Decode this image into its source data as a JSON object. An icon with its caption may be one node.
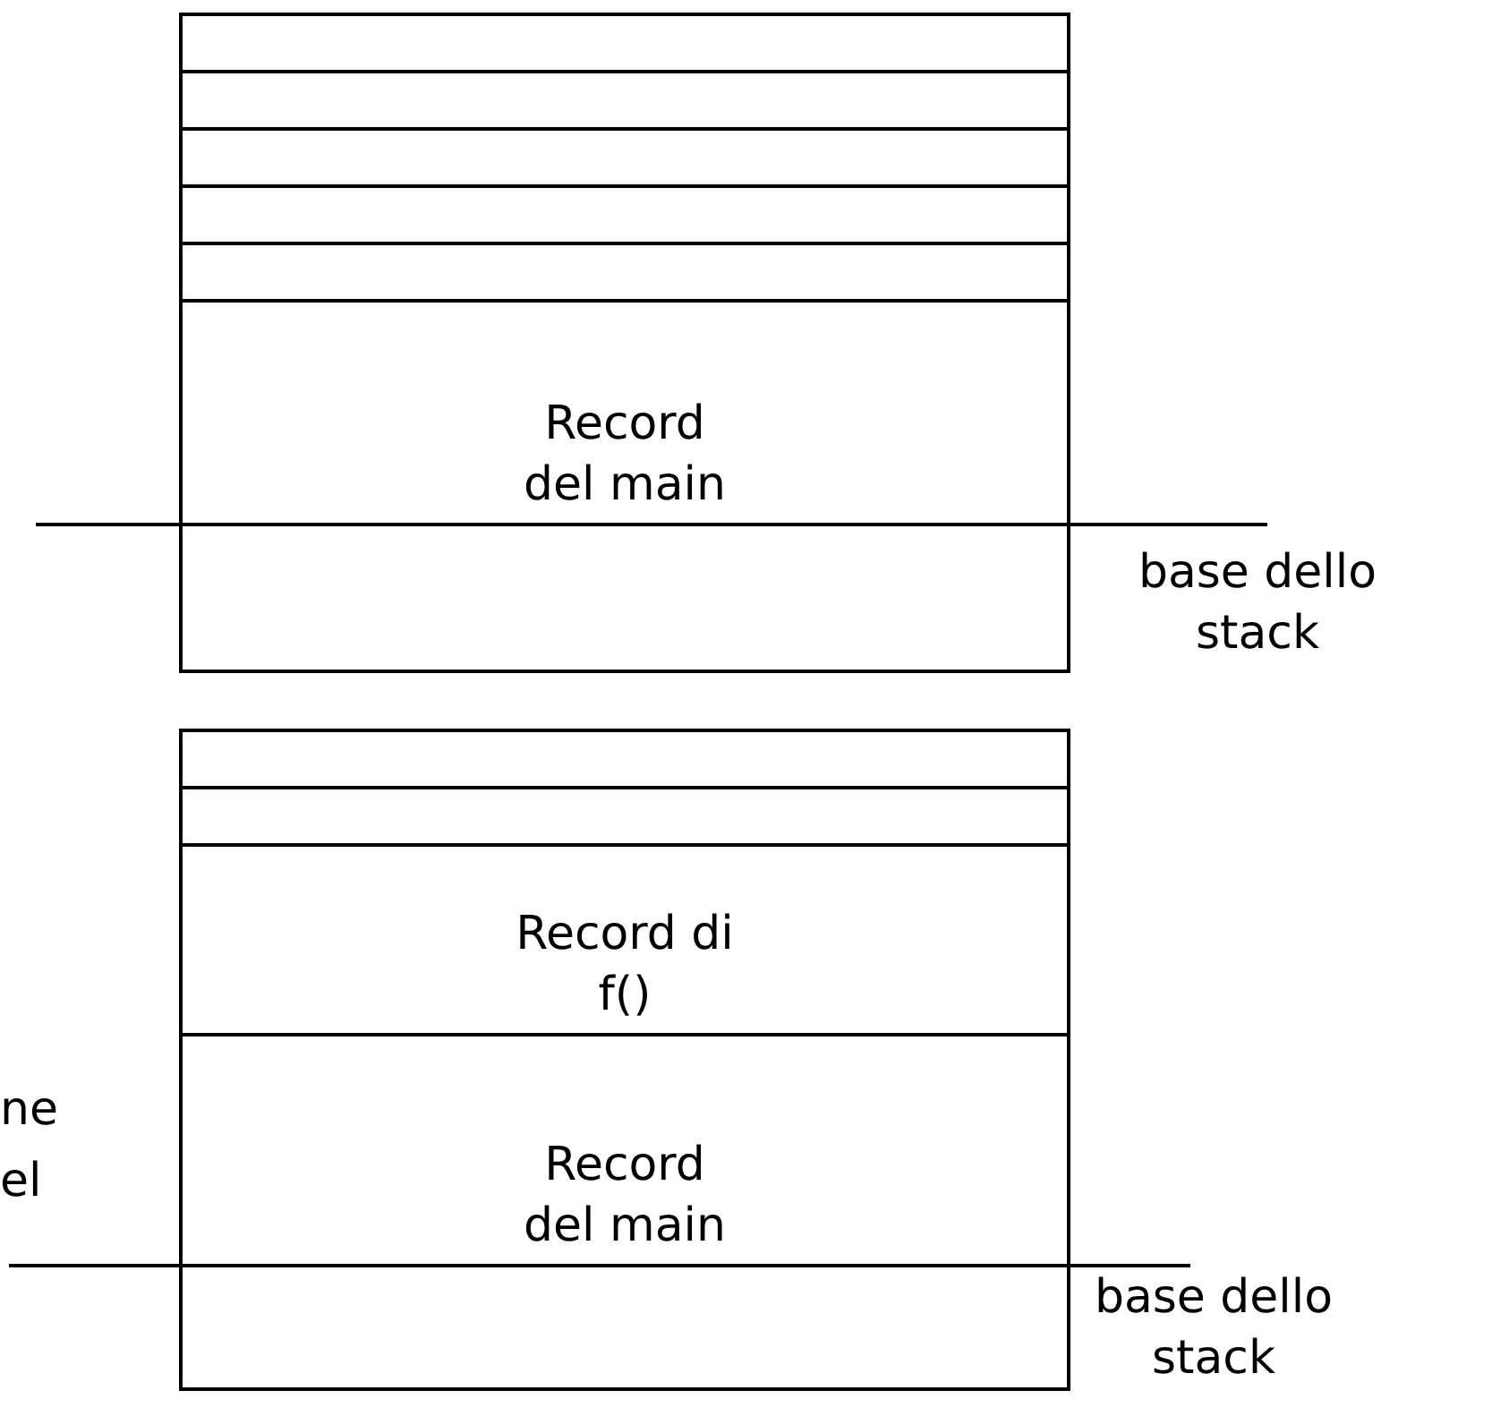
{
  "diagram": {
    "nodes": [
      {
        "text": [],
        "shape": "box"
      },
      {
        "text": [],
        "shape": "box",
        "in": 0
      },
      {
        "text": [],
        "shape": "box",
        "in": 0
      },
      {
        "text": [],
        "shape": "box",
        "in": 0
      },
      {
        "text": [],
        "shape": "box",
        "in": 0
      },
      {
        "text": [],
        "shape": "box",
        "in": 0
      },
      {
        "text": [
          "Record del main"
        ],
        "in": 0
      },
      {
        "text": [],
        "shape": "box",
        "in": 0
      },
      {
        "text": [],
        "shape": "box"
      },
      {
        "text": [],
        "shape": "box",
        "in": 8
      },
      {
        "text": [],
        "shape": "box",
        "in": 8
      },
      {
        "text": [
          "Record di f()"
        ],
        "in": 8
      },
      {
        "text": [
          "Record del main"
        ],
        "in": 8
      },
      {
        "text": [],
        "shape": "box",
        "in": 8
      }
    ],
    "edges": [],
    "labels": [
      "base dello stack",
      "ne",
      "el",
      "base dello stack"
    ]
  }
}
